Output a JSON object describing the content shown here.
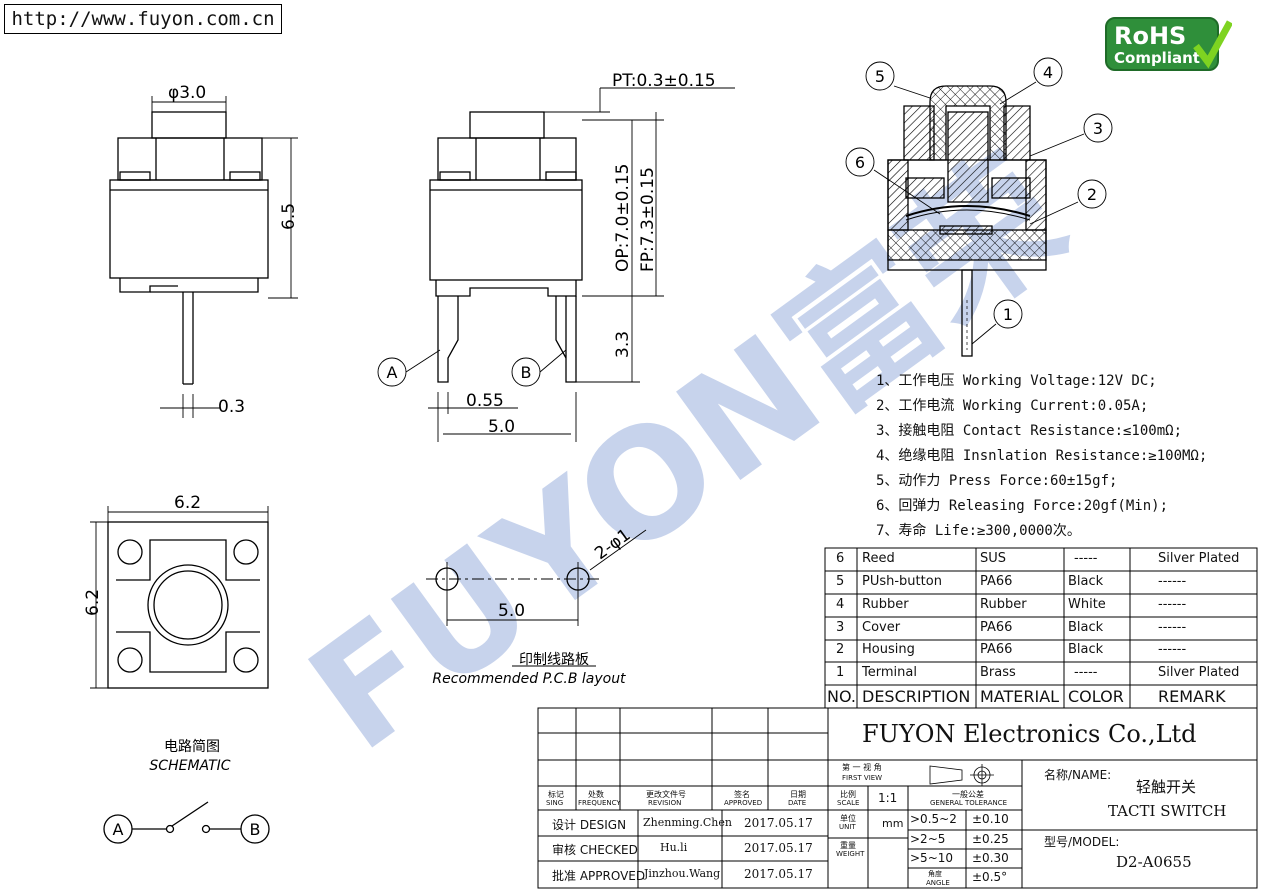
{
  "url": "http://www.fuyon.com.cn",
  "rohs": {
    "line1": "RoHS",
    "line2": "Compliant"
  },
  "watermark": "FUYON富荣",
  "dims": {
    "diameter": "φ3.0",
    "height": "6.5",
    "pin_width": "0.3",
    "pt": "PT:0.3±0.15",
    "op": "OP:7.0±0.15",
    "fp": "FP:7.3±0.15",
    "pin_len": "3.3",
    "pin_gap": "0.55",
    "pitch": "5.0",
    "width": "6.2",
    "depth": "6.2",
    "hole": "2-φ1",
    "pcb_pitch": "5.0"
  },
  "markers": {
    "a": "A",
    "b": "B"
  },
  "callouts": [
    "1",
    "2",
    "3",
    "4",
    "5",
    "6"
  ],
  "pcb": {
    "cn": "印制线路板",
    "en": "Recommended P.C.B layout"
  },
  "schematic": {
    "cn": "电路简图",
    "en": "SCHEMATIC"
  },
  "specs": [
    "1、工作电压 Working Voltage:12V DC;",
    "2、工作电流 Working Current:0.05A;",
    "3、接触电阻 Contact Resistance:≤100mΩ;",
    "4、绝缘电阻 Insnlation Resistance:≥100MΩ;",
    "5、动作力 Press Force:60±15gf;",
    "6、回弹力 Releasing Force:20gf(Min);",
    "7、寿命 Life:≥300,0000次。"
  ],
  "bom": {
    "rows": [
      {
        "no": "6",
        "desc": "Reed",
        "mat": "SUS",
        "color": "-----",
        "remark": "Silver Plated"
      },
      {
        "no": "5",
        "desc": "PUsh-button",
        "mat": "PA66",
        "color": "Black",
        "remark": "------"
      },
      {
        "no": "4",
        "desc": "Rubber",
        "mat": "Rubber",
        "color": "White",
        "remark": "------"
      },
      {
        "no": "3",
        "desc": "Cover",
        "mat": "PA66",
        "color": "Black",
        "remark": "------"
      },
      {
        "no": "2",
        "desc": "Housing",
        "mat": "PA66",
        "color": "Black",
        "remark": "------"
      },
      {
        "no": "1",
        "desc": "Terminal",
        "mat": "Brass",
        "color": "-----",
        "remark": "Silver Plated"
      }
    ],
    "header": {
      "no": "NO.",
      "desc": "DESCRIPTION",
      "mat": "MATERIAL",
      "color": "COLOR",
      "remark": "REMARK"
    }
  },
  "title": {
    "company": "FUYON Electronics Co.,Ltd",
    "projection_cn": "第 一 视 角",
    "projection_en": "FIRST VIEW",
    "sign_cn": "标记",
    "sign_en": "SING",
    "freq_cn": "处数",
    "freq_en": "FREQUENCY",
    "rev_cn": "更改文件号",
    "rev_en": "REVISION",
    "appr_cn": "签名",
    "appr_en": "APPROVED",
    "date_cn": "日期",
    "date_en": "DATE",
    "scale_cn": "比例",
    "scale_en": "SCALE",
    "scale_val": "1:1",
    "tol_cn": "一般公差",
    "tol_en": "GENERAL TOLERANCE",
    "unit_cn": "单位",
    "unit_en": "UNIT",
    "unit_val": "mm",
    "weight_cn": "重量",
    "weight_en": "WEIGHT",
    "angle_cn": "角度",
    "angle_en": "ANGLE",
    "tolerances": [
      {
        "range": ">0.5~2",
        "val": "±0.10"
      },
      {
        "range": ">2~5",
        "val": "±0.25"
      },
      {
        "range": ">5~10",
        "val": "±0.30"
      },
      {
        "range": "",
        "val": "±0.5°"
      }
    ],
    "design_label": "设计 DESIGN",
    "design_name": "Zhenming.Chen",
    "design_date": "2017.05.17",
    "check_label": "审核 CHECKED",
    "check_name": "Hu.li",
    "check_date": "2017.05.17",
    "approve_label": "批准 APPROVED",
    "approve_name": "Jinzhou.Wang",
    "approve_date": "2017.05.17",
    "name_label": "名称/NAME:",
    "name_cn": "轻触开关",
    "name_en": "TACTI SWITCH",
    "model_label": "型号/MODEL:",
    "model": "D2-A0655"
  }
}
